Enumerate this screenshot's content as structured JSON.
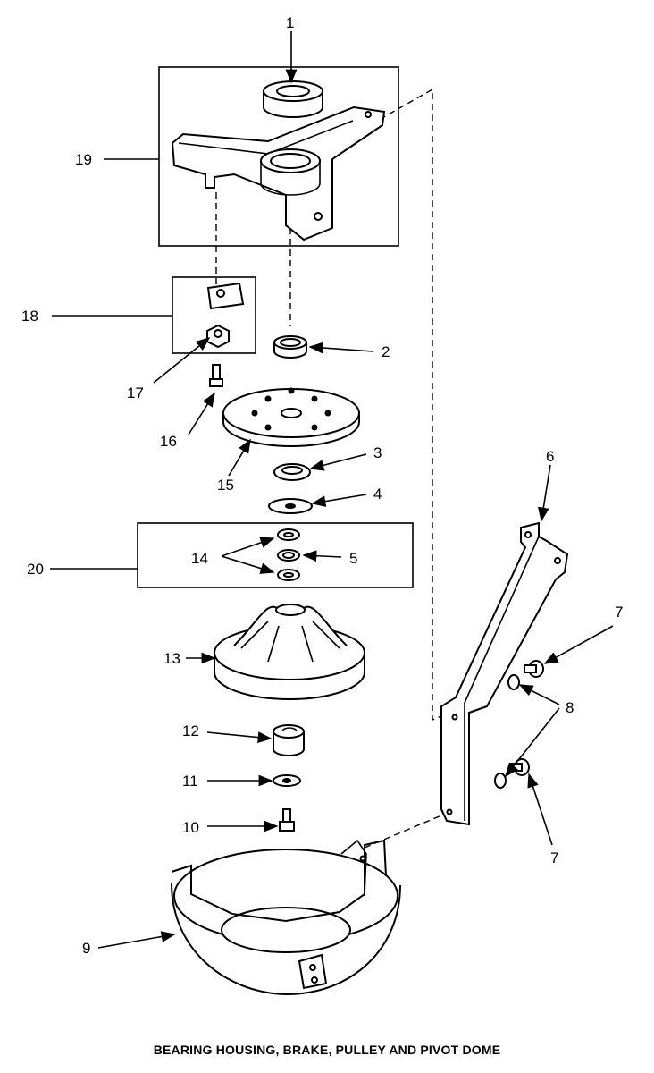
{
  "caption": "BEARING HOUSING, BRAKE, PULLEY AND PIVOT DOME",
  "callouts": {
    "c1": "1",
    "c2": "2",
    "c3": "3",
    "c4": "4",
    "c5": "5",
    "c6": "6",
    "c7a": "7",
    "c7b": "7",
    "c8": "8",
    "c9": "9",
    "c10": "10",
    "c11": "11",
    "c12": "12",
    "c13": "13",
    "c14": "14",
    "c15": "15",
    "c16": "16",
    "c17": "17",
    "c18": "18",
    "c19": "19",
    "c20": "20"
  }
}
